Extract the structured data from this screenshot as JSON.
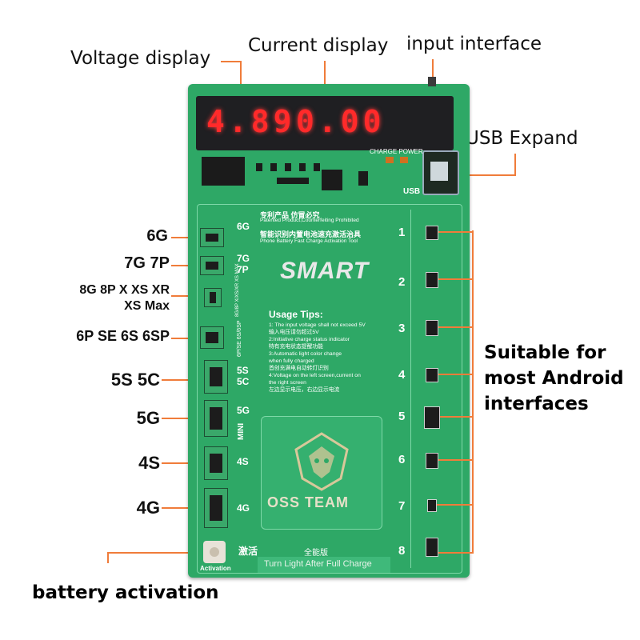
{
  "callouts": {
    "voltage_display": "Voltage display",
    "current_display": "Current display",
    "input_interface": "input interface",
    "usb_expand": "USB Expand",
    "android_line1": "Suitable for",
    "android_line2": "most Android",
    "android_line3": "interfaces",
    "battery_activation": "battery activation"
  },
  "left_labels": {
    "l6g": "6G",
    "l7g": "7G 7P",
    "l8g_line1": "8G 8P X XS XR",
    "l8g_line2": "XS Max",
    "l6p": "6P SE 6S 6SP",
    "l5s": "5S 5C",
    "l5g": "5G",
    "l4s": "4S",
    "l4g": "4G"
  },
  "display": {
    "voltage": "4.89",
    "current": "0.00"
  },
  "board": {
    "charge_power": "CHARGE POWER",
    "usb": "USB",
    "patent_cn": "专利产品 仿冒必究",
    "patent_en": "Patented Product,Counterfeiting Prohibited",
    "tool_cn": "智能识别内置电池速充激活治具",
    "tool_en": "Phone Battery Fast Charge Activation Tool",
    "smart": "SMART",
    "usage_title": "Usage Tips:",
    "tips": [
      "1: The input voltage shall not exceed 5V",
      "输入电压请勿超过5V",
      "2:Initiative charge status indicator",
      "特有充电状态提醒功能",
      "3:Automatic light color change",
      "when fully charged",
      "首创充满电自动转灯识别",
      "4:Voltage on the left screen,current on",
      "the right screen",
      "左边显示电压，右边显示电流"
    ],
    "team": "OSS TEAM",
    "bottom_cn": "全能版",
    "bottom_en": "Turn Light After Full Charge",
    "activation": "Activation",
    "activation_cn": "激活",
    "slot_labels": {
      "s6g": "6G",
      "s7g": "7G",
      "s7p": "7P",
      "s8g": "8G/8P X/XS/XR XS MAX",
      "s6p": "6P/SE 6S/6SP",
      "s5s": "5S",
      "s5c": "5C",
      "s5g": "5G",
      "smini": "MINI",
      "s4s": "4S",
      "s4g": "4G"
    },
    "numbers": [
      "1",
      "2",
      "3",
      "4",
      "5",
      "6",
      "7",
      "8"
    ]
  },
  "colors": {
    "board": "#2ea866",
    "callout_line": "#f07c3a",
    "led": "#ff2a2a"
  }
}
